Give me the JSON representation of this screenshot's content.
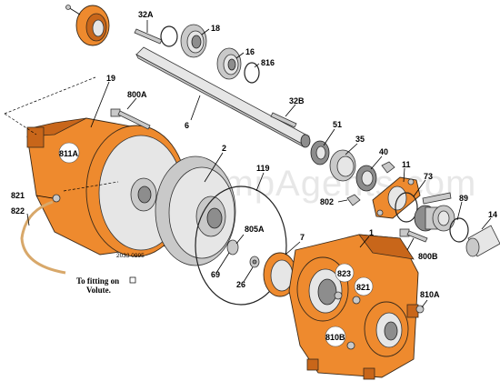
{
  "watermark": "www.PumpAgents.com",
  "drawing_number": "2033 0995",
  "note_line1": "To fitting on",
  "note_line2": "Volute.",
  "labels": {
    "p32a": "32A",
    "p18": "18",
    "p16": "16",
    "p816": "816",
    "p19": "19",
    "p800a": "800A",
    "p6": "6",
    "p32b": "32B",
    "p51": "51",
    "p35": "35",
    "p40": "40",
    "p11": "11",
    "p73": "73",
    "p89": "89",
    "p14": "14",
    "p2": "2",
    "p119": "119",
    "p811a": "811A",
    "p821a": "821",
    "p822": "822",
    "p802": "802",
    "p805a": "805A",
    "p800b": "800B",
    "p1": "1",
    "p7": "7",
    "p69": "69",
    "p26": "26",
    "p823": "823",
    "p821b": "821",
    "p810a": "810A",
    "p810b": "810B"
  },
  "colors": {
    "casting": "#ee8a2e",
    "metal": "#c9c9c9"
  }
}
